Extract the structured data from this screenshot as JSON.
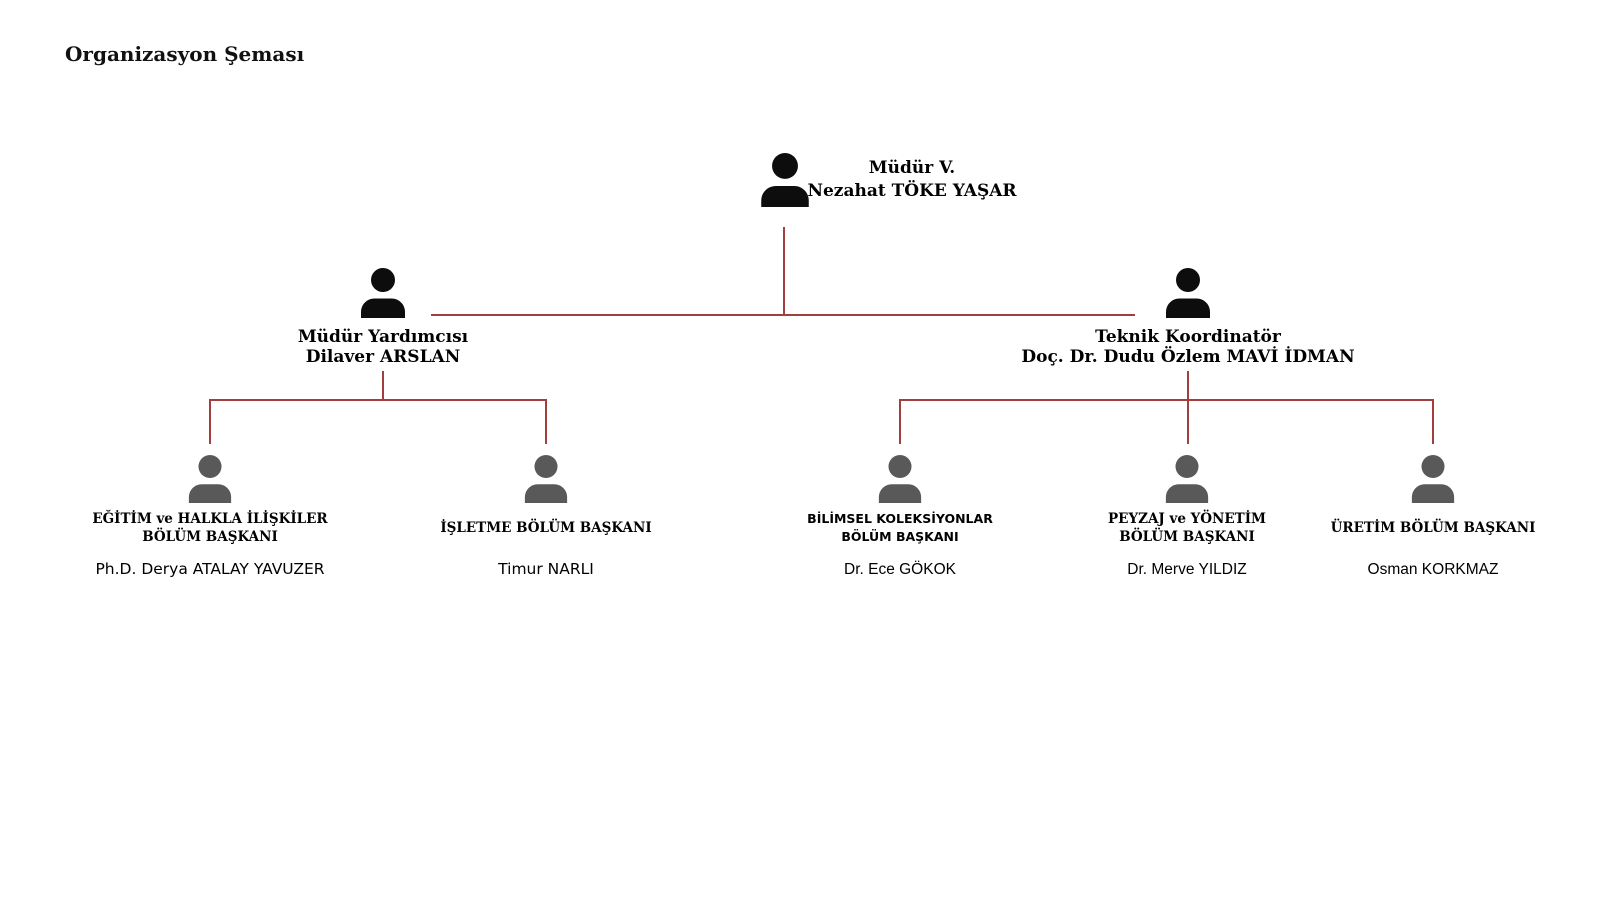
{
  "page": {
    "title": "Organizasyon Şeması",
    "background_color": "#ffffff"
  },
  "colors": {
    "connector_line": "#a33e3e",
    "icon_upper_levels": "#0d0d0d",
    "icon_department_level": "#595959",
    "text": "#000000"
  },
  "icons": {
    "person": "person-silhouette-icon"
  },
  "chart": {
    "root": {
      "role": "Müdür V.",
      "name": "Nezahat TÖKE YAŞAR"
    },
    "level2": [
      {
        "role": "Müdür Yardımcısı",
        "name": "Dilaver ARSLAN"
      },
      {
        "role": "Teknik Koordinatör",
        "name": "Doç. Dr. Dudu Özlem MAVİ İDMAN"
      }
    ],
    "level3": [
      {
        "title_line1": "EĞİTİM ve HALKLA İLİŞKİLER",
        "title_line2": "BÖLÜM BAŞKANI",
        "name": "Ph.D. Derya ATALAY YAVUZER"
      },
      {
        "title_line1": "İŞLETME BÖLÜM BAŞKANI",
        "title_line2": "",
        "name": "Timur NARLI"
      },
      {
        "title_line1": "BİLİMSEL KOLEKSİYONLAR",
        "title_line2": "BÖLÜM BAŞKANI",
        "name": "Dr. Ece GÖKOK"
      },
      {
        "title_line1": "PEYZAJ ve YÖNETİM",
        "title_line2": "BÖLÜM BAŞKANI",
        "name": "Dr. Merve YILDIZ"
      },
      {
        "title_line1": "ÜRETİM BÖLÜM BAŞKANI",
        "title_line2": "",
        "name": "Osman KORKMAZ"
      }
    ]
  }
}
